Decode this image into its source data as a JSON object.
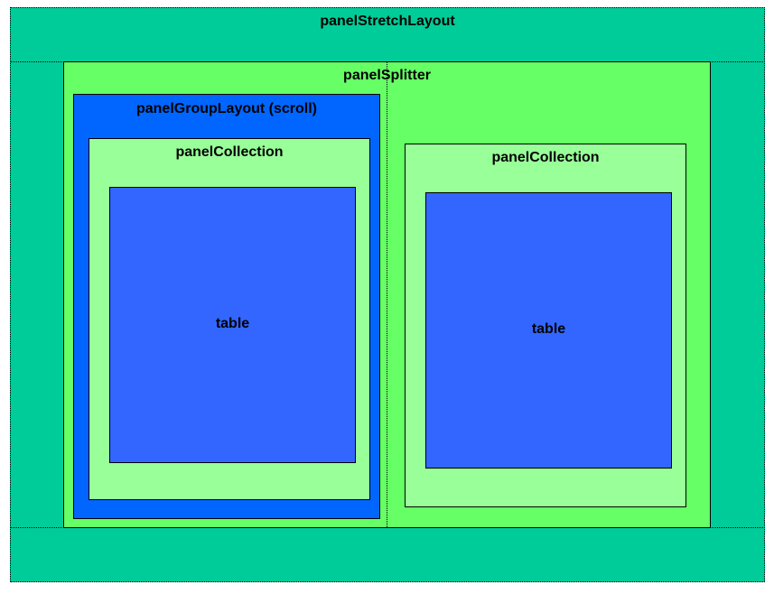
{
  "diagram": {
    "stretch_layout": {
      "label": "panelStretchLayout",
      "color": "#00CC99"
    },
    "splitter": {
      "label": "panelSplitter",
      "color": "#66FF66"
    },
    "group_layout": {
      "label": "panelGroupLayout (scroll)",
      "color": "#0066FF"
    },
    "left_collection": {
      "label": "panelCollection",
      "color": "#99FF99",
      "table": {
        "label": "table",
        "color": "#3366FF"
      }
    },
    "right_collection": {
      "label": "panelCollection",
      "color": "#99FF99",
      "table": {
        "label": "table",
        "color": "#3366FF"
      }
    }
  }
}
